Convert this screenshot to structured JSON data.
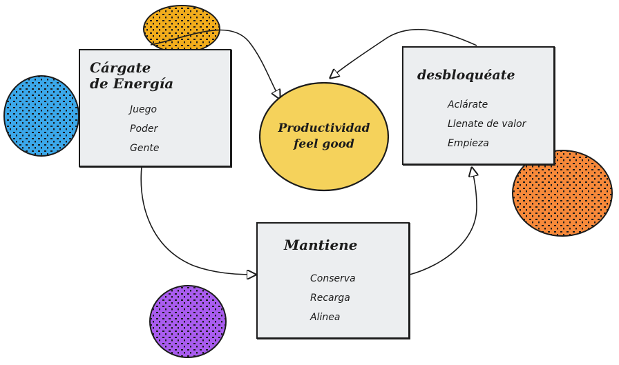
{
  "center": {
    "line1": "Productividad",
    "line2": "feel good",
    "color": "#f5d25b"
  },
  "boxes": {
    "cargate": {
      "title_line1": "Cárgate",
      "title_line2": "de Energía",
      "items": [
        "Juego",
        "Poder",
        "Gente"
      ]
    },
    "desbloqueate": {
      "title": "desbloquéate",
      "items": [
        "Aclárate",
        "Llenate de valor",
        "Empieza"
      ]
    },
    "mantiene": {
      "title": "Mantiene",
      "items": [
        "Conserva",
        "Recarga",
        "Alinea"
      ]
    }
  },
  "decor_colors": {
    "blue": "#3ba8ea",
    "yellow": "#f2ad1c",
    "orange": "#f7893a",
    "purple": "#a95cef"
  }
}
